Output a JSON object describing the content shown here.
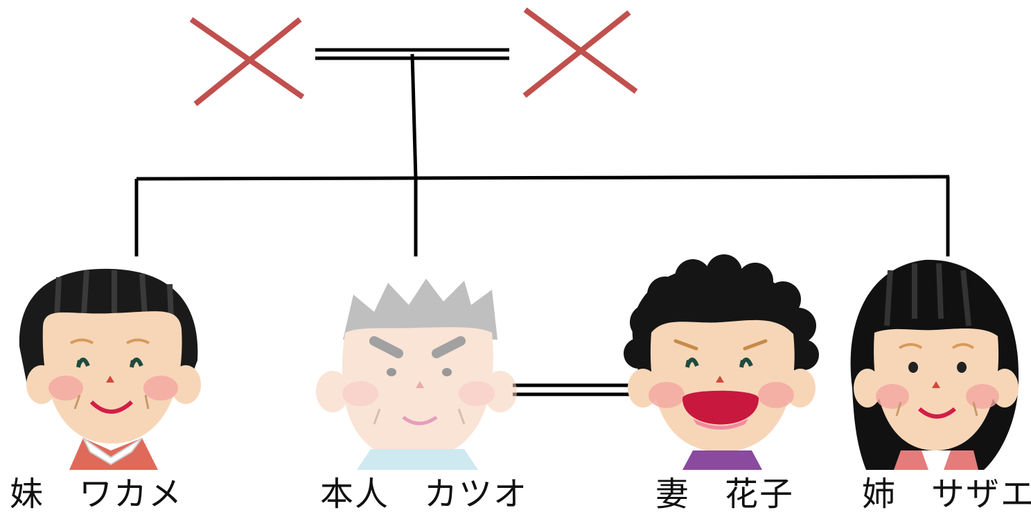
{
  "diagram": {
    "type": "family-tree",
    "colors": {
      "line": "#000000",
      "deceased_mark": "#c0504d",
      "skin": "#f7d6b8",
      "cheek": "#f4a6a0",
      "hair_dark": "#1a1a1a",
      "hair_gray": "#a9a9a9"
    },
    "parents": [
      {
        "status": "deceased",
        "icon": "cross-mark-icon"
      },
      {
        "status": "deceased",
        "icon": "cross-mark-icon"
      }
    ],
    "people": [
      {
        "label": "妹　ワカメ",
        "icon": "older-woman-short-hair-icon",
        "shirt_color": "#e06a5a"
      },
      {
        "label": "本人　カツオ",
        "icon": "older-man-gray-hair-icon",
        "shirt_color": "#a9d8e6",
        "faded": true
      },
      {
        "label": "妻　花子",
        "icon": "woman-curly-hair-laughing-icon",
        "shirt_color": "#8a4a9e"
      },
      {
        "label": "姉　サザエ",
        "icon": "older-woman-long-hair-icon",
        "shirt_color": "#e57c7c"
      }
    ]
  }
}
